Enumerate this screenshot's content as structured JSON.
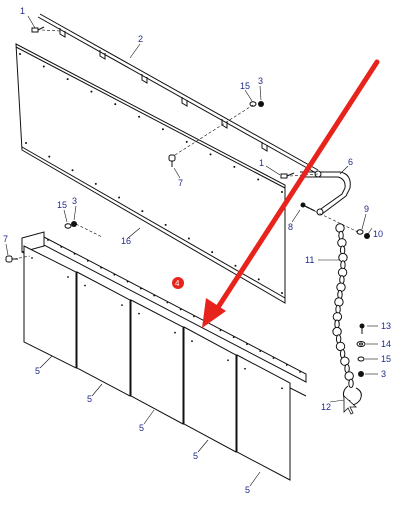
{
  "diagram": {
    "callouts": [
      {
        "id": "c1a",
        "label": "1"
      },
      {
        "id": "c2",
        "label": "2"
      },
      {
        "id": "c15a",
        "label": "15"
      },
      {
        "id": "c3a",
        "label": "3"
      },
      {
        "id": "c1b",
        "label": "1"
      },
      {
        "id": "c6",
        "label": "6"
      },
      {
        "id": "c7a",
        "label": "7"
      },
      {
        "id": "c15b",
        "label": "15"
      },
      {
        "id": "c3b",
        "label": "3"
      },
      {
        "id": "c16",
        "label": "16"
      },
      {
        "id": "c7b",
        "label": "7"
      },
      {
        "id": "c8",
        "label": "8"
      },
      {
        "id": "c9",
        "label": "9"
      },
      {
        "id": "c10",
        "label": "10"
      },
      {
        "id": "c11",
        "label": "11"
      },
      {
        "id": "c4",
        "label": "4"
      },
      {
        "id": "c5a",
        "label": "5"
      },
      {
        "id": "c5b",
        "label": "5"
      },
      {
        "id": "c5c",
        "label": "5"
      },
      {
        "id": "c5d",
        "label": "5"
      },
      {
        "id": "c5e",
        "label": "5"
      },
      {
        "id": "c13",
        "label": "13"
      },
      {
        "id": "c14",
        "label": "14"
      },
      {
        "id": "c15c",
        "label": "15"
      },
      {
        "id": "c3c",
        "label": "3"
      },
      {
        "id": "c12",
        "label": "12"
      }
    ],
    "colors": {
      "line": "#111111",
      "callout_text": "#1f2a8a",
      "highlight_arrow": "#e8231c",
      "highlight_badge": "#e8231c"
    }
  }
}
